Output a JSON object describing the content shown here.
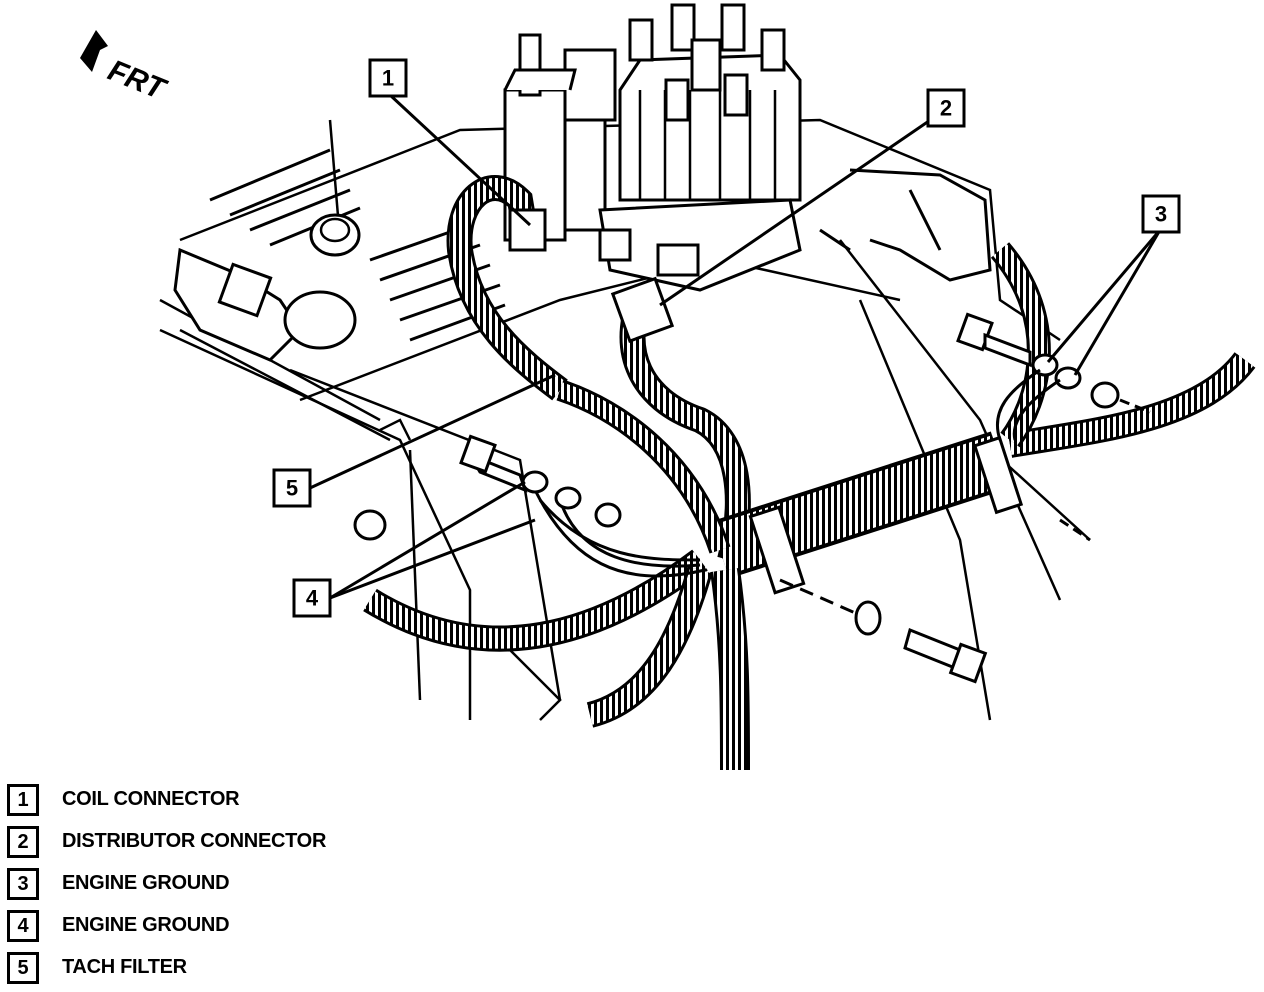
{
  "direction_label": "FRT",
  "callouts": [
    {
      "id": "1"
    },
    {
      "id": "2"
    },
    {
      "id": "3"
    },
    {
      "id": "4"
    },
    {
      "id": "5"
    }
  ],
  "legend": [
    {
      "num": "1",
      "label": "COIL CONNECTOR"
    },
    {
      "num": "2",
      "label": "DISTRIBUTOR CONNECTOR"
    },
    {
      "num": "3",
      "label": "ENGINE GROUND"
    },
    {
      "num": "4",
      "label": "ENGINE GROUND"
    },
    {
      "num": "5",
      "label": "TACH FILTER"
    }
  ]
}
